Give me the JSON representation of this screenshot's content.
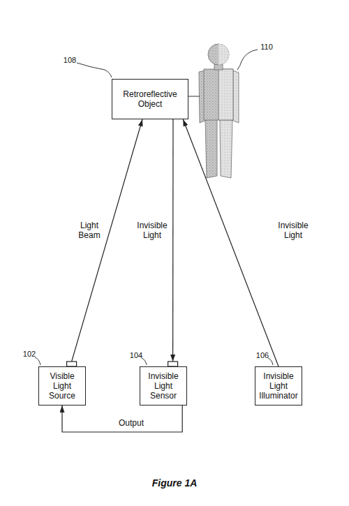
{
  "diagram": {
    "caption": "Figure 1A",
    "nodes": [
      {
        "text": [
          "Retroreflective Object"
        ]
      },
      {
        "text": [
          "Visible Light Source"
        ]
      },
      {
        "text": [
          "Invisible Light Sensor"
        ]
      },
      {
        "text": [
          "Invisible Light Illuminator"
        ]
      }
    ],
    "edges": [
      {
        "from": 1,
        "to": 0,
        "label": "Light Beam",
        "arrow": "to"
      },
      {
        "from": 0,
        "to": 2,
        "label": "Invisible Light",
        "arrow": "to"
      },
      {
        "from": 3,
        "to": 0,
        "label": "Invisible Light",
        "arrow": "to"
      },
      {
        "from": 2,
        "to": 1,
        "label": "Output",
        "arrow": "to"
      }
    ],
    "labels": [
      "108",
      "110",
      "102",
      "104",
      "106"
    ]
  }
}
